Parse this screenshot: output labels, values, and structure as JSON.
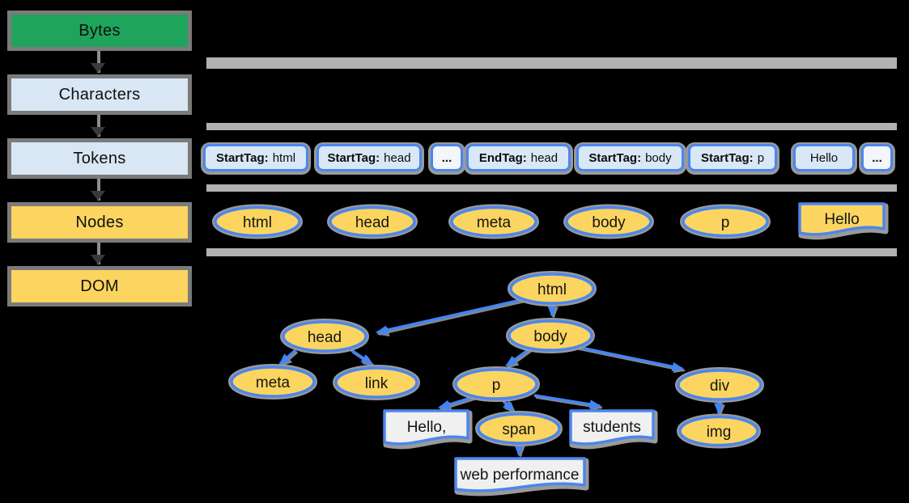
{
  "pipeline": {
    "stages": [
      {
        "label": "Bytes"
      },
      {
        "label": "Characters"
      },
      {
        "label": "Tokens"
      },
      {
        "label": "Nodes"
      },
      {
        "label": "DOM"
      }
    ]
  },
  "tokens": {
    "items": [
      {
        "label": "StartTag:",
        "value": "html"
      },
      {
        "label": "StartTag:",
        "value": "head"
      },
      {
        "label": "",
        "value": "..."
      },
      {
        "label": "EndTag:",
        "value": "head"
      },
      {
        "label": "StartTag:",
        "value": "body"
      },
      {
        "label": "StartTag:",
        "value": "p"
      },
      {
        "label": "",
        "value": "Hello"
      },
      {
        "label": "",
        "value": "..."
      }
    ]
  },
  "nodes_row": {
    "items": [
      "html",
      "head",
      "meta",
      "body",
      "p"
    ],
    "text_node": "Hello"
  },
  "dom_tree": {
    "elements": [
      "html",
      "head",
      "body",
      "meta",
      "link",
      "p",
      "div",
      "span",
      "img"
    ],
    "text_nodes": [
      "Hello,",
      "students",
      "web performance"
    ],
    "edges": [
      [
        "html",
        "head"
      ],
      [
        "html",
        "body"
      ],
      [
        "head",
        "meta"
      ],
      [
        "head",
        "link"
      ],
      [
        "body",
        "p"
      ],
      [
        "body",
        "div"
      ],
      [
        "p",
        "text:Hello,"
      ],
      [
        "p",
        "span"
      ],
      [
        "p",
        "text:students"
      ],
      [
        "span",
        "text:web performance"
      ],
      [
        "div",
        "img"
      ]
    ]
  },
  "colors": {
    "background": "#000000",
    "bytes_green": "#1fa45c",
    "light_blue": "#d9e7f6",
    "yellow": "#fbd55f",
    "blue_border": "#4c86ee",
    "arrow_blue": "#4285f4",
    "gray_bar": "#b1b1b1",
    "stage_border_gray": "#7b7b7b",
    "text_node_fill": "#f0f0f0"
  }
}
